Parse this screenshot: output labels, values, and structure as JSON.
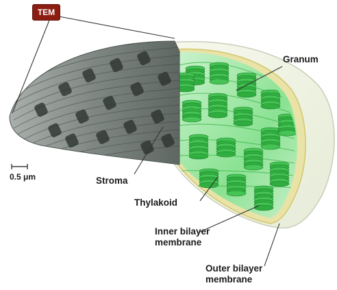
{
  "tem_badge": "TEM",
  "scale_bar": "0.5 μm",
  "labels": {
    "granum": "Granum",
    "stroma": "Stroma",
    "thylakoid": "Thylakoid",
    "inner_1": "Inner bilayer",
    "inner_2": "membrane",
    "outer_1": "Outer bilayer",
    "outer_2": "membrane"
  },
  "colors": {
    "tem_badge": "#8b1d12",
    "thylakoid_green": "#2fae3f",
    "stroma_gray": "#8d9591",
    "membrane_yellow": "#e8d874"
  }
}
